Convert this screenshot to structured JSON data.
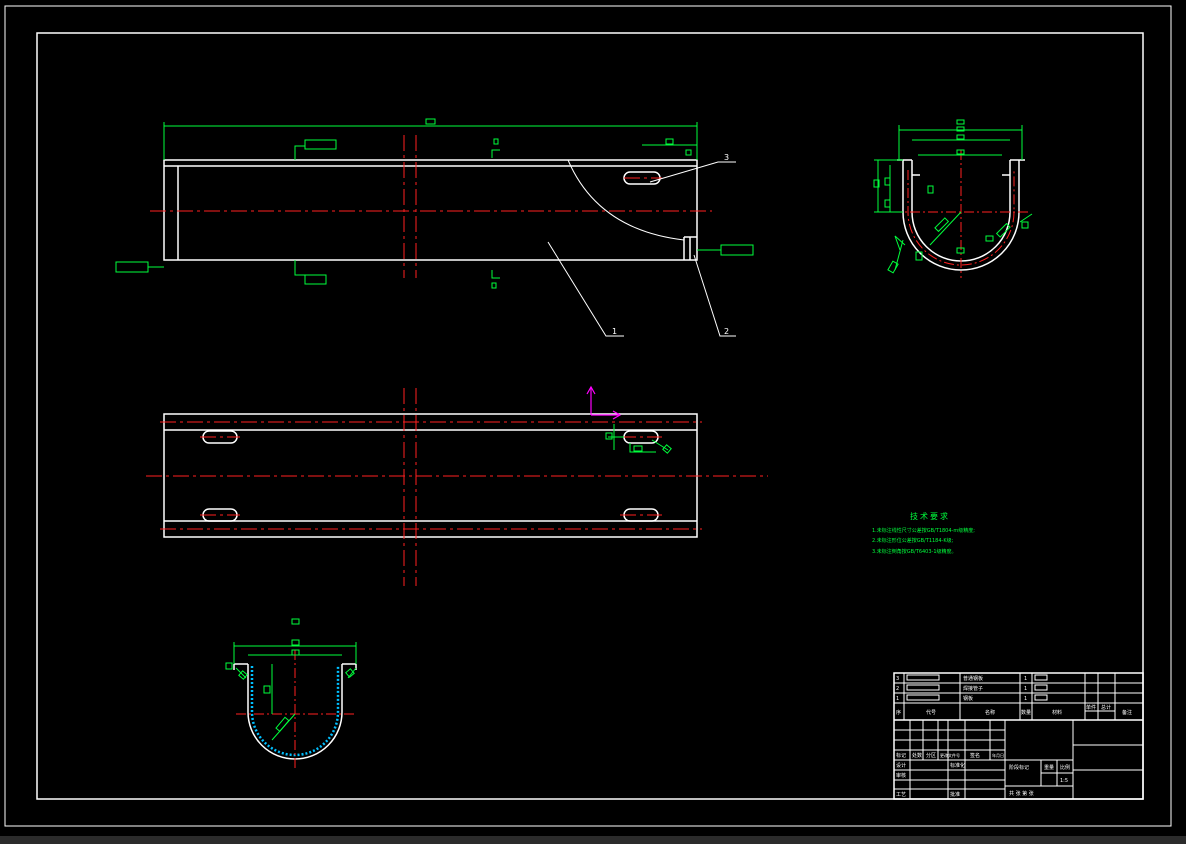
{
  "drawing": {
    "balloons": {
      "part1": "1",
      "part2": "2",
      "part3": "3"
    },
    "technical_requirements": {
      "title": "技术要求",
      "items": [
        "1.未标注线性尺寸公差按GB/T1804-m级精度;",
        "2.未标注形位公差按GB/T1184-K级;",
        "3.未标注倒角按GB/T6403-1级精度。"
      ]
    },
    "title_block": {
      "col_labels": {
        "seq": "序",
        "code": "代号",
        "name": "名称",
        "qty": "数量",
        "material": "材料",
        "weight_single": "单件",
        "weight_total": "总计",
        "remark": "备注"
      },
      "parts": [
        "普通钢板",
        "焊接管子",
        "钢板"
      ],
      "sign_labels": [
        "标记",
        "处数",
        "分区",
        "更改文件号",
        "签名",
        "年月日"
      ],
      "role_labels": [
        "设计",
        "标准化",
        "审核",
        "工艺",
        "批准"
      ],
      "stage_labels": [
        "阶段标记",
        "重量",
        "比例"
      ],
      "scale": "1:5",
      "sheet_text": "共  张  第  张"
    }
  },
  "colors": {
    "outline": "#ffffff",
    "centerline": "#ff2020",
    "dimension": "#00ff3c",
    "ucs": "#ff00ff",
    "section": "#00bfff"
  }
}
